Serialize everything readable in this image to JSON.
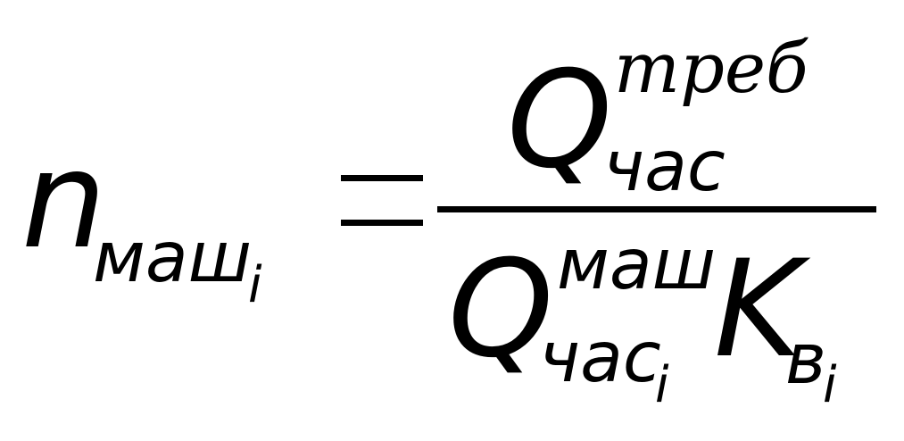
{
  "formula": {
    "lhs": {
      "symbol": "n",
      "subscript": "маш",
      "sub_index": "i"
    },
    "equals_sign": "=",
    "numerator": {
      "symbol": "Q",
      "superscript": "треб",
      "subscript": "час"
    },
    "denominator": {
      "q_symbol": "Q",
      "q_superscript": "маш",
      "q_subscript": "час",
      "q_sub_index": "i",
      "k_symbol": "K",
      "k_subscript": "в",
      "k_sub_index": "i"
    }
  }
}
